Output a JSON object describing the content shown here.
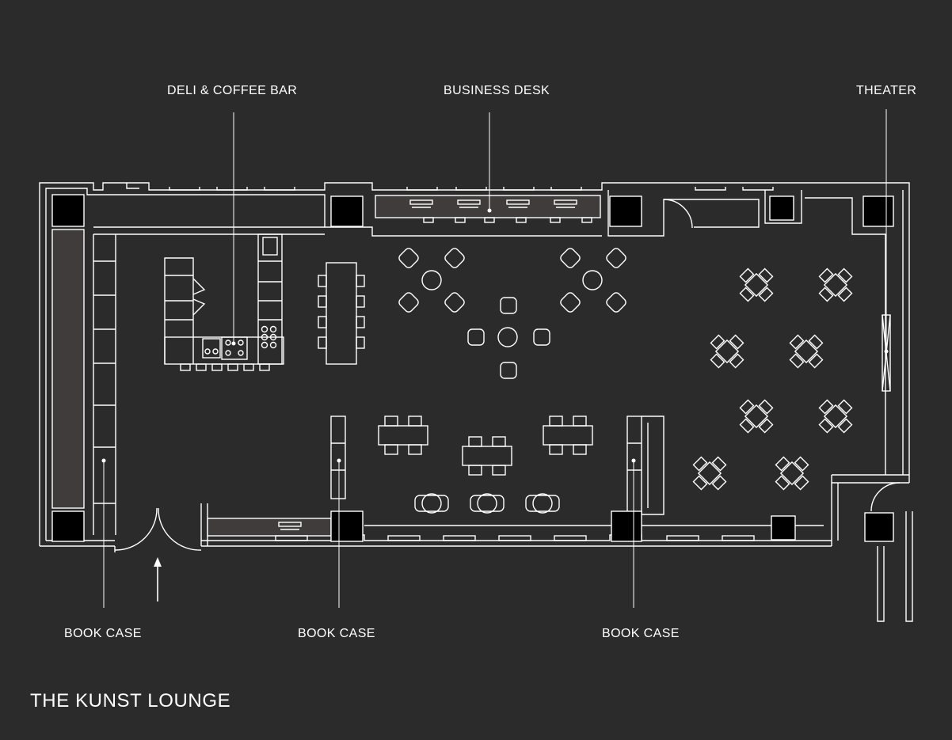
{
  "title": "THE KUNST LOUNGE",
  "callouts": {
    "deli": "DELI & COFFEE BAR",
    "business": "BUSINESS DESK",
    "theater": "THEATER",
    "bookcase_left": "BOOK CASE",
    "bookcase_mid": "BOOK CASE",
    "bookcase_right": "BOOK CASE"
  },
  "colors": {
    "background": "#2b2b2b",
    "line": "#ffffff",
    "pillar": "#000000",
    "bench": "#3f3c3b"
  }
}
